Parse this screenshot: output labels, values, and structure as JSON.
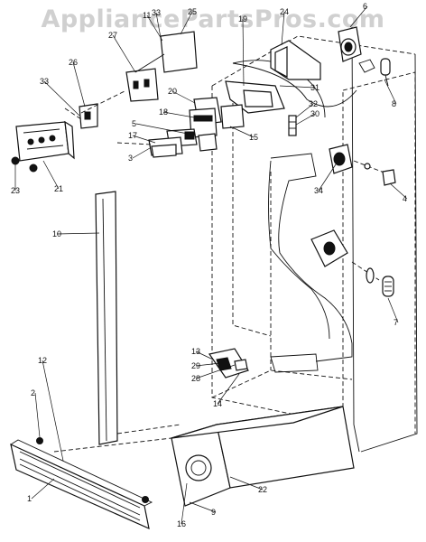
{
  "watermark": "AppliancePartsPros.com",
  "callouts": [
    {
      "id": "c1",
      "label": "1"
    },
    {
      "id": "c2",
      "label": "2"
    },
    {
      "id": "c3",
      "label": "3"
    },
    {
      "id": "c4",
      "label": "4"
    },
    {
      "id": "c5",
      "label": "5"
    },
    {
      "id": "c6",
      "label": "6"
    },
    {
      "id": "c7",
      "label": "7"
    },
    {
      "id": "c8",
      "label": "8"
    },
    {
      "id": "c9",
      "label": "9"
    },
    {
      "id": "c10",
      "label": "10"
    },
    {
      "id": "c11",
      "label": "11"
    },
    {
      "id": "c12",
      "label": "12"
    },
    {
      "id": "c13",
      "label": "13"
    },
    {
      "id": "c14",
      "label": "14"
    },
    {
      "id": "c15",
      "label": "15"
    },
    {
      "id": "c16",
      "label": "16"
    },
    {
      "id": "c17",
      "label": "17"
    },
    {
      "id": "c18",
      "label": "18"
    },
    {
      "id": "c19",
      "label": "19"
    },
    {
      "id": "c20",
      "label": "20"
    },
    {
      "id": "c21",
      "label": "21"
    },
    {
      "id": "c22",
      "label": "22"
    },
    {
      "id": "c23",
      "label": "23"
    },
    {
      "id": "c24",
      "label": "24"
    },
    {
      "id": "c25",
      "label": "25"
    },
    {
      "id": "c26",
      "label": "26"
    },
    {
      "id": "c27",
      "label": "27"
    },
    {
      "id": "c28",
      "label": "28"
    },
    {
      "id": "c29",
      "label": "29"
    },
    {
      "id": "c30",
      "label": "30"
    },
    {
      "id": "c31",
      "label": "31"
    },
    {
      "id": "c32",
      "label": "32"
    },
    {
      "id": "c33a",
      "label": "33"
    },
    {
      "id": "c33b",
      "label": "33"
    },
    {
      "id": "c34",
      "label": "34"
    }
  ]
}
